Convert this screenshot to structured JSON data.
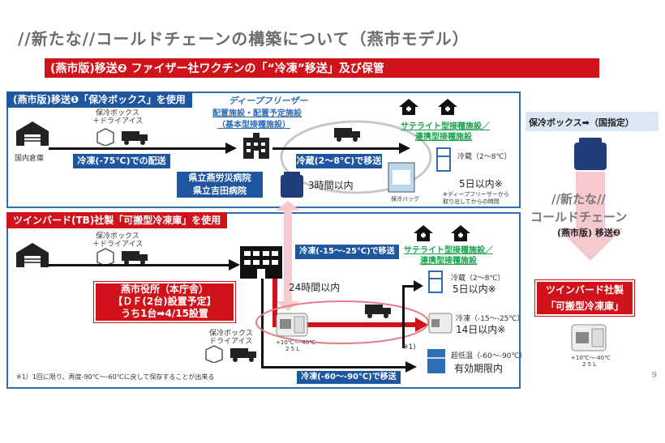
{
  "page": {
    "title": "//新たな//コールドチェーンの構築について（燕市モデル）",
    "subtitle": "(燕市版)移送❷ ファイザー社ワクチンの「“冷凍”移送」及び保管",
    "page_number": "9"
  },
  "section1": {
    "header": "(燕市版)移送❶「保冷ボックス」を使用",
    "warehouse_label": "国内倉庫",
    "box_label_line1": "保冷ボックス",
    "box_label_line2": "＋ドライアイス",
    "transport1": "冷凍(-75℃)での配送",
    "deep_freezer_line1": "ディープフリーザー",
    "deep_freezer_line2": "配置施設・配置予定施設",
    "deep_freezer_line3": "（基本型接種施設）",
    "hospitals_line1": "県立燕労災病院",
    "hospitals_line2": "県立吉田病院",
    "transport2": "冷蔵(2～8℃)で移送",
    "time_limit": "3時間以内",
    "cooler_bag_label": "保冷バッグ",
    "satellite_line1": "サテライト型接種施設／",
    "satellite_line2": "連携型接種施設",
    "fridge_label": "冷蔵（2～8℃）",
    "days_limit": "5日以内※",
    "footnote_line1": "※ディープフリーザーから",
    "footnote_line2": "取り出してからの時間"
  },
  "side": {
    "box_header": "保冷ボックス➡（国指定）",
    "new_line1": "//新たな//",
    "new_line2": "コールドチェーン",
    "new_line3": "(燕市版) 移送❷",
    "tb_line1": "ツインバード社製",
    "tb_line2": "「可搬型冷凍庫」",
    "tb_temp": "+10℃～-40℃",
    "tb_capacity": "2 5 L"
  },
  "section2": {
    "header": "ツインバード(TB)社製「可搬型冷凍庫」を使用",
    "box_label_line1": "保冷ボックス",
    "box_label_line2": "＋ドライアイス",
    "city_hall_line1": "燕市役所（本庁舎）",
    "city_hall_line2": "【ＤＦ(2台)設置予定】",
    "city_hall_line3": "うち1台➡4/15設置",
    "transport_frozen": "冷凍(-15～-25℃)で移送",
    "hours_limit": "24時間以内",
    "satellite_line1": "サテライト型接種施設／",
    "satellite_line2": "連携型接種施設",
    "fridge_label": "冷蔵（2～8℃）",
    "fridge_days": "5日以内※",
    "freezer_label": "冷凍（-15～-25℃）",
    "freezer_days": "14日以内※",
    "note_ref": "※1)",
    "ultra_label": "超低温（-60～-90℃）",
    "ultra_limit": "有効期限内",
    "box2_line1": "保冷ボックス",
    "box2_line2": "ドライアイス",
    "tb_temp": "+10℃～-40℃",
    "tb_capacity": "2 5 L",
    "transport_ultra": "冷凍(-60～-90℃)で移送",
    "footnote": "※1）1回に限り、再度-90℃～-60℃に戻して保存することが出来る"
  }
}
